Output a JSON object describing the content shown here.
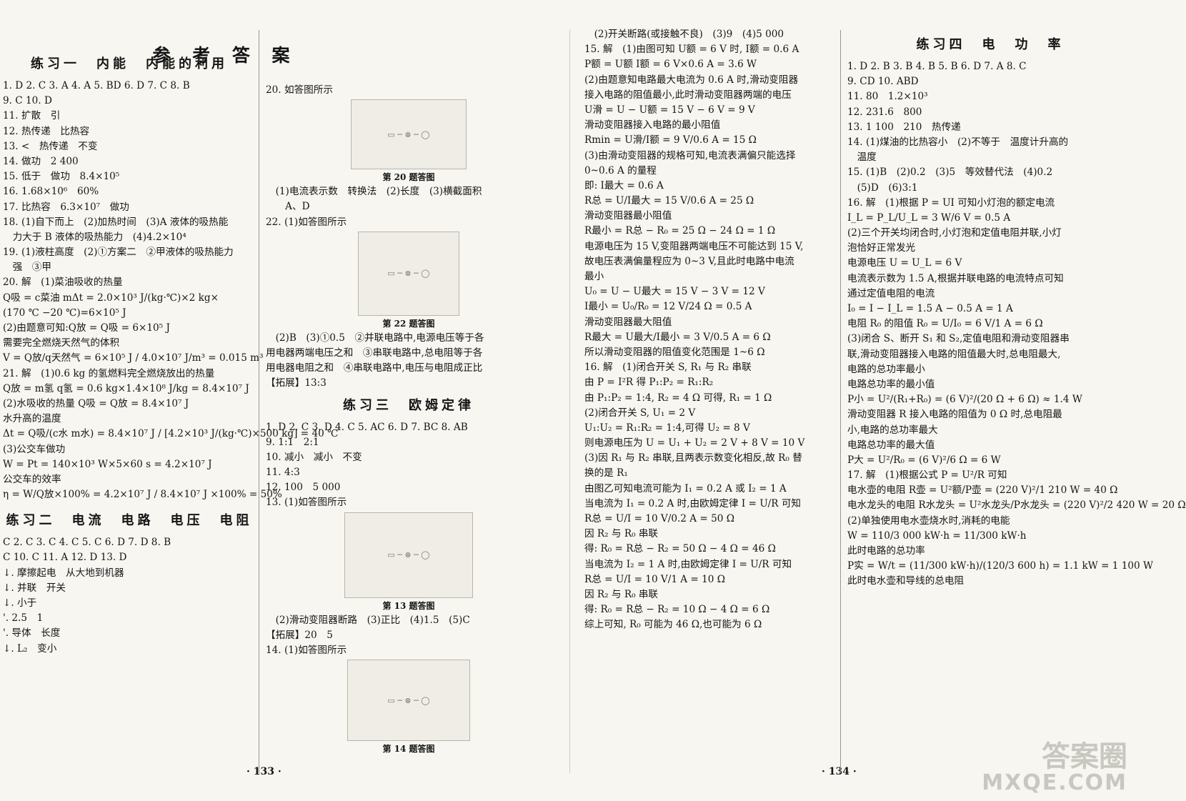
{
  "page_title": "参 考 答 案",
  "col1": {
    "section": "练习一　内能　内能的利用",
    "lines": [
      "1. D  2. C  3. A  4. A  5. BD  6. D  7. C  8. B",
      "9. C  10. D",
      "11. 扩散　引",
      "12. 热传递　比热容",
      "13. <　热传递　不变",
      "14. 做功　2 400",
      "15. 低于　做功　8.4×10⁵",
      "16. 1.68×10⁶　60%",
      "17. 比热容　6.3×10⁷　做功",
      "18. (1)自下而上　(2)加热时间　(3)A 液体的吸热能",
      "　力大于 B 液体的吸热能力　(4)4.2×10⁴",
      "19. (1)液柱高度　(2)①方案二　②甲液体的吸热能力",
      "　强　③甲",
      "20. 解　(1)菜油吸收的热量",
      "Q吸 = c菜油 mΔt = 2.0×10³ J/(kg·℃)×2 kg×",
      "(170 ℃ −20 ℃)=6×10⁵ J",
      "(2)由题意可知:Q放 = Q吸 = 6×10⁵ J",
      "需要完全燃烧天然气的体积",
      "V = Q放/q天然气 = 6×10⁵ J / 4.0×10⁷ J/m³ = 0.015 m³",
      "21. 解　(1)0.6 kg 的氢燃料完全燃烧放出的热量",
      "Q放 = m氢 q氢 = 0.6 kg×1.4×10⁸ J/kg = 8.4×10⁷ J",
      "(2)水吸收的热量 Q吸 = Q放 = 8.4×10⁷ J",
      "水升高的温度",
      "Δt = Q吸/(c水 m水) = 8.4×10⁷ J / [4.2×10³ J/(kg·℃)×500 kg] = 40 ℃",
      "(3)公交车做功",
      "W = Pt = 140×10³ W×5×60 s = 4.2×10⁷ J",
      "公交车的效率",
      "η = W/Q放×100% = 4.2×10⁷ J / 8.4×10⁷ J ×100% = 50%"
    ],
    "section2": "练习二　电流　电路　电压　电阻",
    "lines2": [
      " C  2. C  3. C  4. C  5. C  6. D  7. D  8. B",
      " C  10. C  11. A  12. D  13. D",
      "↓. 摩擦起电　从大地到机器",
      "↓. 并联　开关",
      "↓. 小于",
      "'. 2.5　1",
      "'. 导体　长度",
      "↓. L₂　变小"
    ],
    "page_number": "· 133 ·"
  },
  "col2": {
    "q20": "20. 如答图所示",
    "fig20": "第 20 题答图",
    "lines_a": [
      "　(1)电流表示数　转换法　(2)长度　(3)横截面积",
      "　　A、D",
      "22. (1)如答图所示"
    ],
    "fig22": "第 22 题答图",
    "lines_b": [
      "　(2)B　(3)①0.5　②并联电路中,电源电压等于各",
      "用电器两端电压之和　③串联电路中,总电阻等于各",
      "用电器电阻之和　④串联电路中,电压与电阻成正比",
      "【拓展】13:3"
    ],
    "section": "练习三　欧姆定律",
    "lines_c": [
      "1. D  2. C  3. D  4. C  5. AC  6. D  7. BC  8. AB",
      "9. 1:1　2:1",
      "10. 减小　减小　不变",
      "11. 4:3",
      "12. 100　5 000",
      "13. (1)如答图所示"
    ],
    "fig13": "第 13 题答图",
    "lines_d": [
      "　(2)滑动变阻器断路　(3)正比　(4)1.5　(5)C",
      "【拓展】20　5",
      "14. (1)如答图所示"
    ],
    "fig14": "第 14 题答图"
  },
  "col3": {
    "lines": [
      "　(2)开关断路(或接触不良)　(3)9　(4)5 000",
      "15. 解　(1)由图可知 U额 = 6 V 时, I额 = 0.6 A",
      "P额 = U额 I额 = 6 V×0.6 A = 3.6 W",
      "(2)由题意知电路最大电流为 0.6 A 时,滑动变阻器",
      "接入电路的阻值最小,此时滑动变阻器两端的电压",
      "U滑 = U − U额 = 15 V − 6 V = 9 V",
      "滑动变阻器接入电路的最小阻值",
      "Rmin = U滑/I额 = 9 V/0.6 A = 15 Ω",
      "(3)由滑动变阻器的规格可知,电流表满偏只能选择",
      "0~0.6 A 的量程",
      "即: I最大 = 0.6 A",
      "R总 = U/I最大 = 15 V/0.6 A = 25 Ω",
      "滑动变阻器最小阻值",
      "R最小 = R总 − R₀ = 25 Ω − 24 Ω = 1 Ω",
      "电源电压为 15 V,变阻器两端电压不可能达到 15 V,",
      "故电压表满偏量程应为 0~3 V,且此时电路中电流",
      "最小",
      "U₀ = U − U最大 = 15 V − 3 V = 12 V",
      "I最小 = U₀/R₀ = 12 V/24 Ω = 0.5 A",
      "滑动变阻器最大阻值",
      "R最大 = U最大/I最小 = 3 V/0.5 A = 6 Ω",
      "所以滑动变阻器的阻值变化范围是 1~6 Ω",
      "16. 解　(1)闭合开关 S, R₁ 与 R₂ 串联",
      "由 P = I²R 得 P₁:P₂ = R₁:R₂",
      "由 P₁:P₂ = 1:4, R₂ = 4 Ω 可得, R₁ = 1 Ω",
      "(2)闭合开关 S, U₁ = 2 V",
      "U₁:U₂ = R₁:R₂ = 1:4,可得 U₂ = 8 V",
      "则电源电压为 U = U₁ + U₂ = 2 V + 8 V = 10 V",
      "(3)因 R₁ 与 R₂ 串联,且两表示数变化相反,故 R₀ 替",
      "换的是 R₁",
      "由图乙可知电流可能为 I₁ = 0.2 A 或 I₂ = 1 A",
      "当电流为 I₁ = 0.2 A 时,由欧姆定律 I = U/R 可知",
      "R总 = U/I = 10 V/0.2 A = 50 Ω",
      "因 R₂ 与 R₀ 串联",
      "得: R₀ = R总 − R₂ = 50 Ω − 4 Ω = 46 Ω",
      "当电流为 I₂ = 1 A 时,由欧姆定律 I = U/R 可知",
      "R总 = U/I = 10 V/1 A = 10 Ω",
      "因 R₂ 与 R₀ 串联",
      "得: R₀ = R总 − R₂ = 10 Ω − 4 Ω = 6 Ω",
      "综上可知, R₀ 可能为 46 Ω,也可能为 6 Ω"
    ],
    "page_number": "· 134 ·"
  },
  "col4": {
    "section": "练习四　电　功　率",
    "lines": [
      "1. D  2. B  3. B  4. B  5. B  6. D  7. A  8. C",
      "9. CD  10. ABD",
      "11. 80　1.2×10³",
      "12. 231.6　800",
      "13. 1 100　210　热传递",
      "14. (1)煤油的比热容小　(2)不等于　温度计升高的",
      "　温度",
      "15. (1)B　(2)0.2　(3)5　等效替代法　(4)0.2",
      "　(5)D　(6)3:1",
      "16. 解　(1)根据 P = UI 可知小灯泡的额定电流",
      "I_L = P_L/U_L = 3 W/6 V = 0.5 A",
      "(2)三个开关均闭合时,小灯泡和定值电阻并联,小灯",
      "泡恰好正常发光",
      "电源电压 U = U_L = 6 V",
      "电流表示数为 1.5 A,根据并联电路的电流特点可知",
      "通过定值电阻的电流",
      "I₀ = I − I_L = 1.5 A − 0.5 A = 1 A",
      "电阻 R₀ 的阻值 R₀ = U/I₀ = 6 V/1 A = 6 Ω",
      "(3)闭合 S、断开 S₁ 和 S₂,定值电阻和滑动变阻器串",
      "联,滑动变阻器接入电路的阻值最大时,总电阻最大,",
      "电路的总功率最小",
      "电路总功率的最小值",
      "P小 = U²/(R₁+R₀) = (6 V)²/(20 Ω + 6 Ω) ≈ 1.4 W",
      "滑动变阻器 R 接入电路的阻值为 0 Ω 时,总电阻最",
      "小,电路的总功率最大",
      "电路总功率的最大值",
      "P大 = U²/R₀ = (6 V)²/6 Ω = 6 W",
      "17. 解　(1)根据公式 P = U²/R 可知",
      "电水壶的电阻 R壶 = U²额/P壶 = (220 V)²/1 210 W = 40 Ω",
      "电水龙头的电阻 R水龙头 = U²水龙头/P水龙头 = (220 V)²/2 420 W = 20 Ω",
      "(2)单独使用电水壶烧水时,消耗的电能",
      "W = 110/3 000 kW·h = 11/300 kW·h",
      "此时电路的总功率",
      "P实 = W/t = (11/300 kW·h)/(120/3 600 h) = 1.1 kW = 1 100 W",
      "此时电水壶和导线的总电阻"
    ]
  },
  "watermark": {
    "line1": "答案圈",
    "line2": "MXQE.COM"
  }
}
